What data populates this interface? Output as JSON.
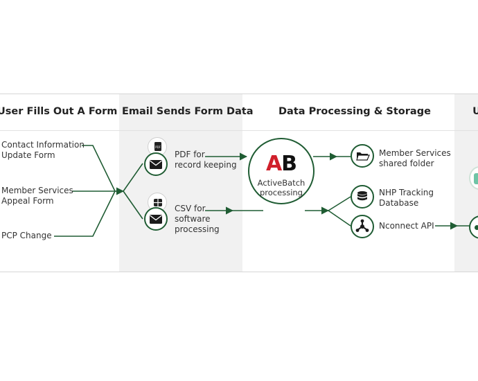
{
  "headers": {
    "col1": "User Fills Out A Form",
    "col2": "Email Sends Form Data",
    "col3": "Data Processing & Storage",
    "col4": "U"
  },
  "forms": {
    "contact_line1": "Contact Information",
    "contact_line2": "Update Form",
    "appeal_line1": "Member Services",
    "appeal_line2": "Appeal Form",
    "pcp": "PCP Change"
  },
  "emails": {
    "pdf_line1": "PDF for",
    "pdf_line2": "record keeping",
    "pdf_badge": "PDF",
    "csv_line1": "CSV for",
    "csv_line2": "software",
    "csv_line3": "processing"
  },
  "processing": {
    "logo_a": "A",
    "logo_b": "B",
    "line1": "ActiveBatch",
    "line2": "processing"
  },
  "storage": {
    "shared_line1": "Member Services",
    "shared_line2": "shared folder",
    "nhp_line1": "NHP Tracking",
    "nhp_line2": "Database",
    "api": "Nconnect API"
  },
  "colors": {
    "line": "#1f5c33",
    "accent_red": "#d0202b",
    "column_bg": "#f1f1f1",
    "teal": "#6fc4a6"
  },
  "icons": [
    "file-badge-icon",
    "envelope-icon",
    "table-icon",
    "folder-icon",
    "database-icon",
    "api-network-icon"
  ]
}
